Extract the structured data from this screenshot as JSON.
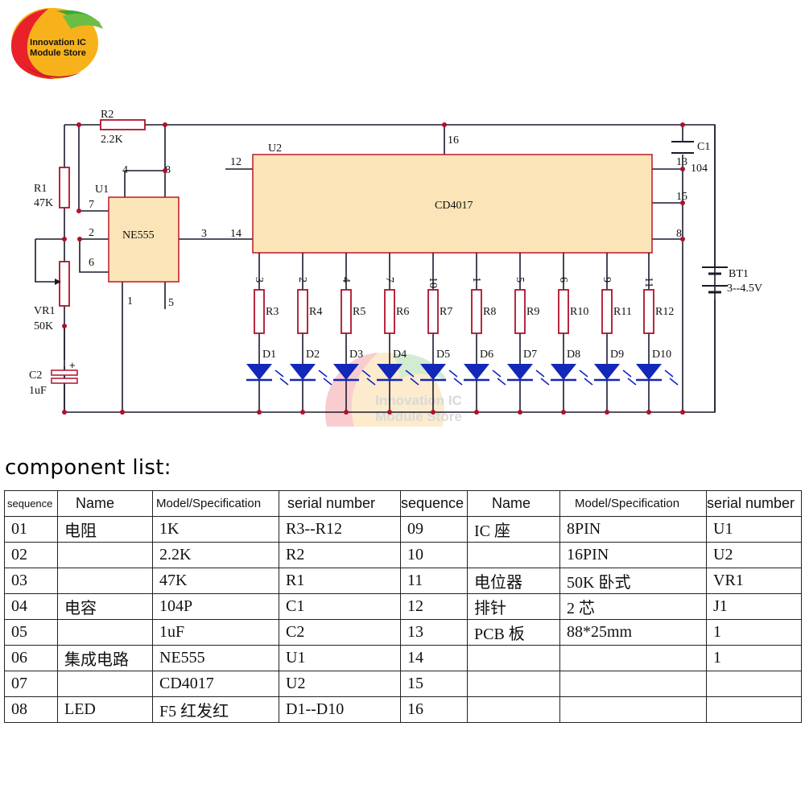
{
  "brand": {
    "name_line1": "Innovation IC",
    "name_line2": "Module Store",
    "watermark_line1": "Innovation IC",
    "watermark_line2": "Module Store"
  },
  "schematic": {
    "ic1": {
      "ref": "U1",
      "part": "NE555",
      "pins": [
        "4",
        "8",
        "7",
        "2",
        "6",
        "3",
        "1",
        "5"
      ]
    },
    "ic2": {
      "ref": "U2",
      "part": "CD4017",
      "pins": [
        "16",
        "12",
        "14",
        "13",
        "15",
        "8"
      ],
      "output_pins": [
        "3",
        "2",
        "4",
        "7",
        "10",
        "1",
        "5",
        "6",
        "9",
        "11"
      ]
    },
    "r2": {
      "ref": "R2",
      "value": "2.2K"
    },
    "r1": {
      "ref": "R1",
      "value": "47K"
    },
    "vr1": {
      "ref": "VR1",
      "value": "50K"
    },
    "c2": {
      "ref": "C2",
      "value": "1uF"
    },
    "c1": {
      "ref": "C1",
      "value": "104"
    },
    "bt1": {
      "ref": "BT1",
      "value": "3--4.5V"
    },
    "net_label": "3",
    "resistors": [
      "R3",
      "R4",
      "R5",
      "R6",
      "R7",
      "R8",
      "R9",
      "R10",
      "R11",
      "R12"
    ],
    "leds": [
      "D1",
      "D2",
      "D3",
      "D4",
      "D5",
      "D6",
      "D7",
      "D8",
      "D9",
      "D10"
    ]
  },
  "component_list": {
    "title": "component list:",
    "headers": [
      "sequence",
      "Name",
      "Model/Specification",
      "serial number",
      "sequence",
      "Name",
      "Model/Specification",
      "serial number"
    ],
    "rows": [
      [
        "01",
        "电阻",
        "1K",
        "R3--R12",
        "09",
        "IC 座",
        "8PIN",
        "U1"
      ],
      [
        "02",
        "",
        "2.2K",
        "R2",
        "10",
        "",
        "16PIN",
        "U2"
      ],
      [
        "03",
        "",
        "47K",
        "R1",
        "11",
        "电位器",
        "50K 卧式",
        "VR1"
      ],
      [
        "04",
        "电容",
        "104P",
        "C1",
        "12",
        "排针",
        "2 芯",
        "J1"
      ],
      [
        "05",
        "",
        "1uF",
        "C2",
        "13",
        "PCB 板",
        "88*25mm",
        "1"
      ],
      [
        "06",
        "集成电路",
        "NE555",
        "U1",
        "14",
        "",
        "",
        "1"
      ],
      [
        "07",
        "",
        "CD4017",
        "U2",
        "15",
        "",
        "",
        ""
      ],
      [
        "08",
        "LED",
        "F5 红发红",
        "D1--D10",
        "16",
        "",
        "",
        ""
      ]
    ]
  },
  "colors": {
    "ic_fill": "#fbe4b8",
    "ic_stroke": "#c0172a",
    "led_fill": "#1327b8",
    "component_stroke": "#b0102a",
    "wire": "#1a1a2e"
  }
}
